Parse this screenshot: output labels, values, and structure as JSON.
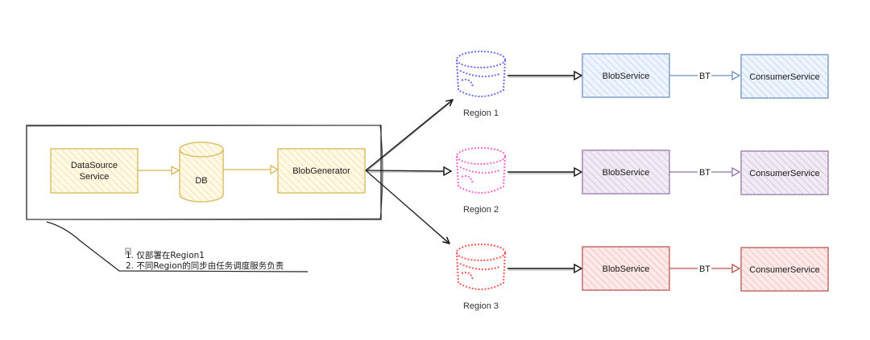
{
  "diagram": {
    "source_group": {
      "nodes": {
        "datasource": {
          "line1": "DataSource",
          "line2": "Service"
        },
        "db": {
          "label": "DB"
        },
        "generator": {
          "label": "BlobGenerator"
        }
      },
      "color": "#d6b656",
      "fill": "#fff2cc"
    },
    "note": {
      "icon": "note-icon",
      "lines": [
        "1. 仅部署在Region1",
        "2. 不同Region的同步由任务调度服务负责"
      ]
    },
    "regions": [
      {
        "label": "Region 1",
        "icon_color": "#6c6cf0",
        "box_stroke": "#6c8ebf",
        "box_fill": "#dae8fc",
        "blob_service": "BlobService",
        "edge_label": "BT",
        "consumer_service": "ConsumerService"
      },
      {
        "label": "Region 2",
        "icon_color": "#ff66cc",
        "box_stroke": "#9673a6",
        "box_fill": "#e1d5e7",
        "blob_service": "BlobService",
        "edge_label": "BT",
        "consumer_service": "ConsumerService"
      },
      {
        "label": "Region 3",
        "icon_color": "#ff5555",
        "box_stroke": "#b85450",
        "box_fill": "#f8cecc",
        "blob_service": "BlobService",
        "edge_label": "BT",
        "consumer_service": "ConsumerService"
      }
    ]
  }
}
